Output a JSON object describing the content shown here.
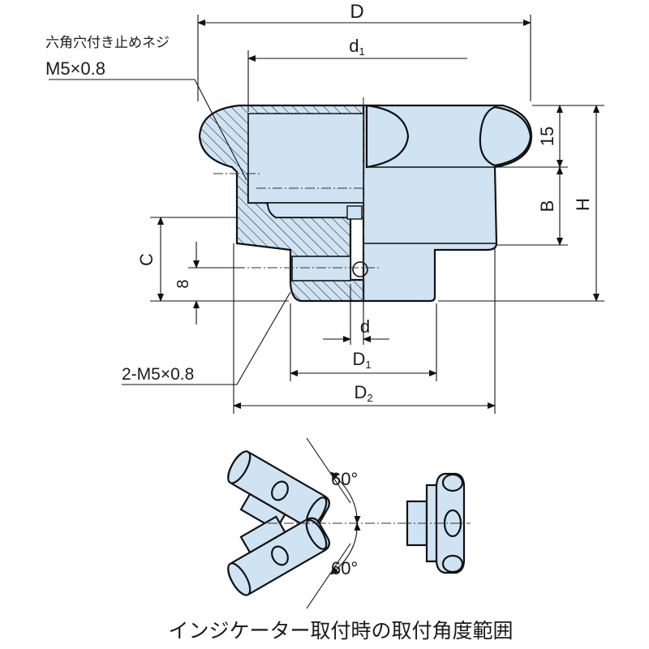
{
  "drawing_title": "インジケーター取付時の取付角度範囲",
  "labels": {
    "dim_D": "D",
    "dim_d1_main": "d",
    "dim_d1_sub": "1",
    "dim_15": "15",
    "dim_B": "B",
    "dim_H": "H",
    "dim_C": "C",
    "dim_8": "8",
    "dim_d": "d",
    "dim_D1_main": "D",
    "dim_D1_sub": "1",
    "dim_D2_main": "D",
    "dim_D2_sub": "2",
    "note_setscrew_line1": "六角穴付き止めネジ",
    "note_setscrew_line2": "M5×0.8",
    "note_tapped_holes": "2-M5×0.8",
    "angle_upper": "60°",
    "angle_lower": "60°"
  },
  "colors": {
    "part_fill": "#cfe3f3",
    "outline": "#111111"
  }
}
